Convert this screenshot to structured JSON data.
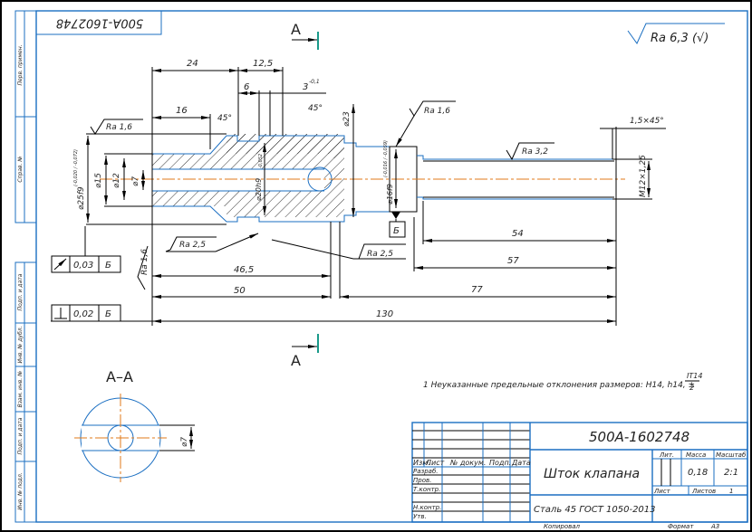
{
  "document": {
    "designation": "500A-1602748",
    "designation_rotated": "500A-1602748",
    "part_name": "Шток клапана",
    "material": "Сталь 45 ГОСТ 1050-2013",
    "mass": "0,18",
    "scale": "2:1",
    "sheets": "1",
    "format": "А3",
    "copied_label": "Копировал",
    "format_label": "Формат",
    "general_roughness": "Ra 6,3 (√)",
    "note": "1 Неуказанные предельные отклонения размеров: Н14, h14, ±",
    "note_fraction_num": "IT14",
    "note_fraction_den": "2"
  },
  "side_stamp": [
    "Перв. примен.",
    "Справ. №",
    "Подп. и дата",
    "Инв. № дубл.",
    "Взам. инв. №",
    "Подп. и дата",
    "Инв. № подл."
  ],
  "title_block": {
    "headers": [
      "Изм.",
      "Лист",
      "№ докум.",
      "Подп.",
      "Дата"
    ],
    "roles": [
      "Разраб.",
      "Пров.",
      "Т.контр.",
      "",
      "Н.контр.",
      "Утв."
    ],
    "lit_label": "Лит.",
    "mass_label": "Масса",
    "scale_label": "Масштаб",
    "sheet_label": "Лист",
    "sheets_label": "Листов"
  },
  "section": {
    "cut_label_top": "А",
    "cut_label_bottom": "А",
    "view_title": "А–А",
    "hole_dia": "⌀7"
  },
  "dimensions": {
    "d24": "24",
    "d12_5": "12,5",
    "d6": "6",
    "d3": "3",
    "d3_tol": "-0,1",
    "d16": "16",
    "a45_1": "45°",
    "a45_2": "45°",
    "dia23": "⌀23",
    "dia25": "⌀25f9",
    "dia25_tol": "(-0,020 / -0,072)",
    "dia15": "⌀15",
    "dia12": "⌀12",
    "dia7": "⌀7",
    "dia20": "⌀20h9",
    "dia20_tol": "-0,052",
    "dia16": "⌀16f9",
    "dia16_tol": "(-0,016 / -0,059)",
    "chamfer": "1,5×45°",
    "thread": "M12×1,25",
    "d46_5": "46,5",
    "d50": "50",
    "d54": "54",
    "d57": "57",
    "d77": "77",
    "d130": "130"
  },
  "roughness": {
    "r1": "Ra 1,6",
    "r2": "Ra 1,6",
    "r3": "Ra 3,2",
    "r4": "Ra 2,5",
    "r5": "Ra 2,5",
    "r6": "Ra 1,6"
  },
  "tolerances": {
    "runout_value": "0,03",
    "runout_base": "Б",
    "perp_value": "0,02",
    "perp_base": "Б",
    "datum": "Б"
  }
}
